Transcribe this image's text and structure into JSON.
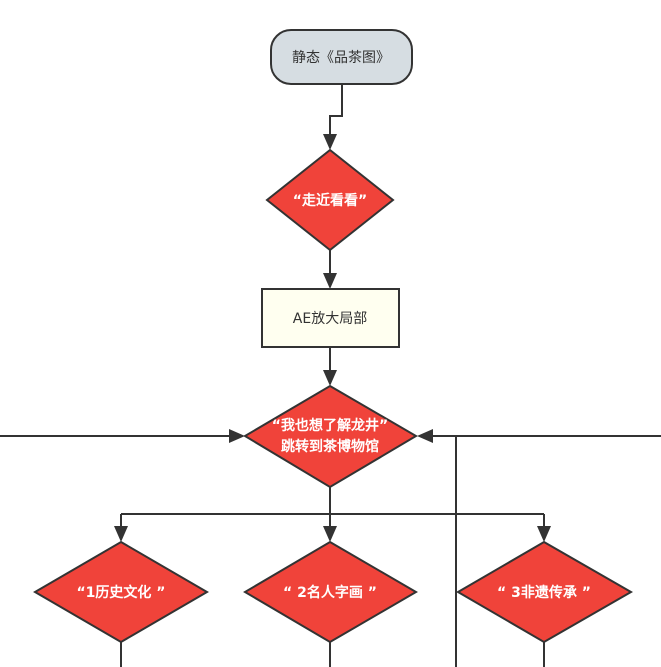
{
  "nodes": {
    "start": {
      "label": "静态《品茶图》",
      "fill": "#d6dde2",
      "stroke": "#333333"
    },
    "decision_look_closer": {
      "label": "“走近看看”",
      "fill": "#f0433a",
      "stroke": "#333333"
    },
    "process_zoom": {
      "label": "AE放大局部",
      "fill": "#fffff0",
      "stroke": "#333333"
    },
    "decision_longjing": {
      "line1": "“我也想了解龙井”",
      "line2": "跳转到茶博物馆",
      "fill": "#f0433a",
      "stroke": "#333333"
    },
    "option_history": {
      "label": "“1历史文化 ”",
      "fill": "#f0433a",
      "stroke": "#333333"
    },
    "option_painting": {
      "label": "“ 2名人字画 ”",
      "fill": "#f0433a",
      "stroke": "#333333"
    },
    "option_heritage": {
      "label": "“ 3非遗传承 ”",
      "fill": "#f0433a",
      "stroke": "#333333"
    }
  },
  "colors": {
    "edge": "#333333",
    "decision": "#f0433a",
    "process": "#fffff0",
    "terminator": "#d6dde2"
  }
}
